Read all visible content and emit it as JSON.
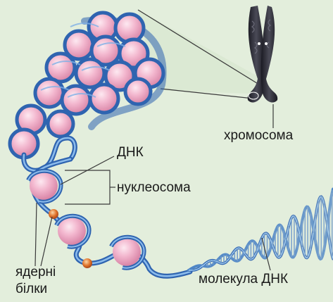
{
  "colors": {
    "background": "#e3eedc",
    "nucleosome_core": "#f3b8cf",
    "dna_strand": "#4f86c6",
    "dna_strand_dark": "#1f4f9a",
    "nuclear_protein": "#e0732a",
    "chromosome": "#2b2b33",
    "leader_line": "#3a3a3a"
  },
  "labels": {
    "chromosome": "хромосома",
    "dna": "ДНК",
    "nucleosome": "нуклеосома",
    "nuclear_proteins_line1": "ядерні",
    "nuclear_proteins_line2": "білки",
    "dna_molecule": "молекула ДНК"
  }
}
